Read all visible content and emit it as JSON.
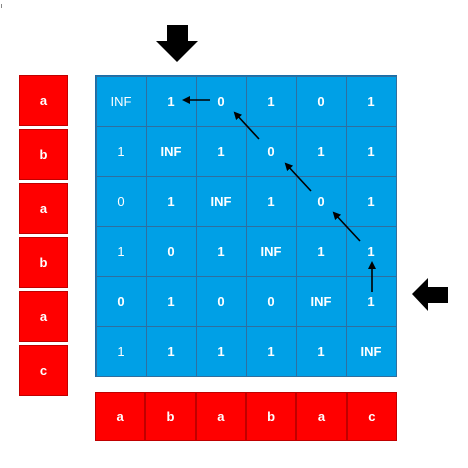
{
  "row_labels": [
    "a",
    "b",
    "a",
    "b",
    "a",
    "c"
  ],
  "col_labels": [
    "a",
    "b",
    "a",
    "b",
    "a",
    "c"
  ],
  "matrix": [
    [
      "INF",
      "1",
      "0",
      "1",
      "0",
      "1"
    ],
    [
      "1",
      "INF",
      "1",
      "0",
      "1",
      "1"
    ],
    [
      "0",
      "1",
      "INF",
      "1",
      "0",
      "1"
    ],
    [
      "1",
      "0",
      "1",
      "INF",
      "1",
      "1"
    ],
    [
      "0",
      "1",
      "0",
      "0",
      "INF",
      "1"
    ],
    [
      "1",
      "1",
      "1",
      "1",
      "1",
      "INF"
    ]
  ],
  "indicators": {
    "column_pointer_col": 1,
    "row_pointer_row": 4
  },
  "path_cells": [
    [
      4,
      5
    ],
    [
      3,
      5
    ],
    [
      2,
      4
    ],
    [
      1,
      3
    ],
    [
      0,
      2
    ],
    [
      0,
      1
    ]
  ],
  "colors": {
    "label_cells": "#ff0000",
    "matrix_cells": "#00a0e6",
    "cell_border": "#2f6f9f",
    "text": "#ffffff",
    "arrows": "#000000"
  }
}
